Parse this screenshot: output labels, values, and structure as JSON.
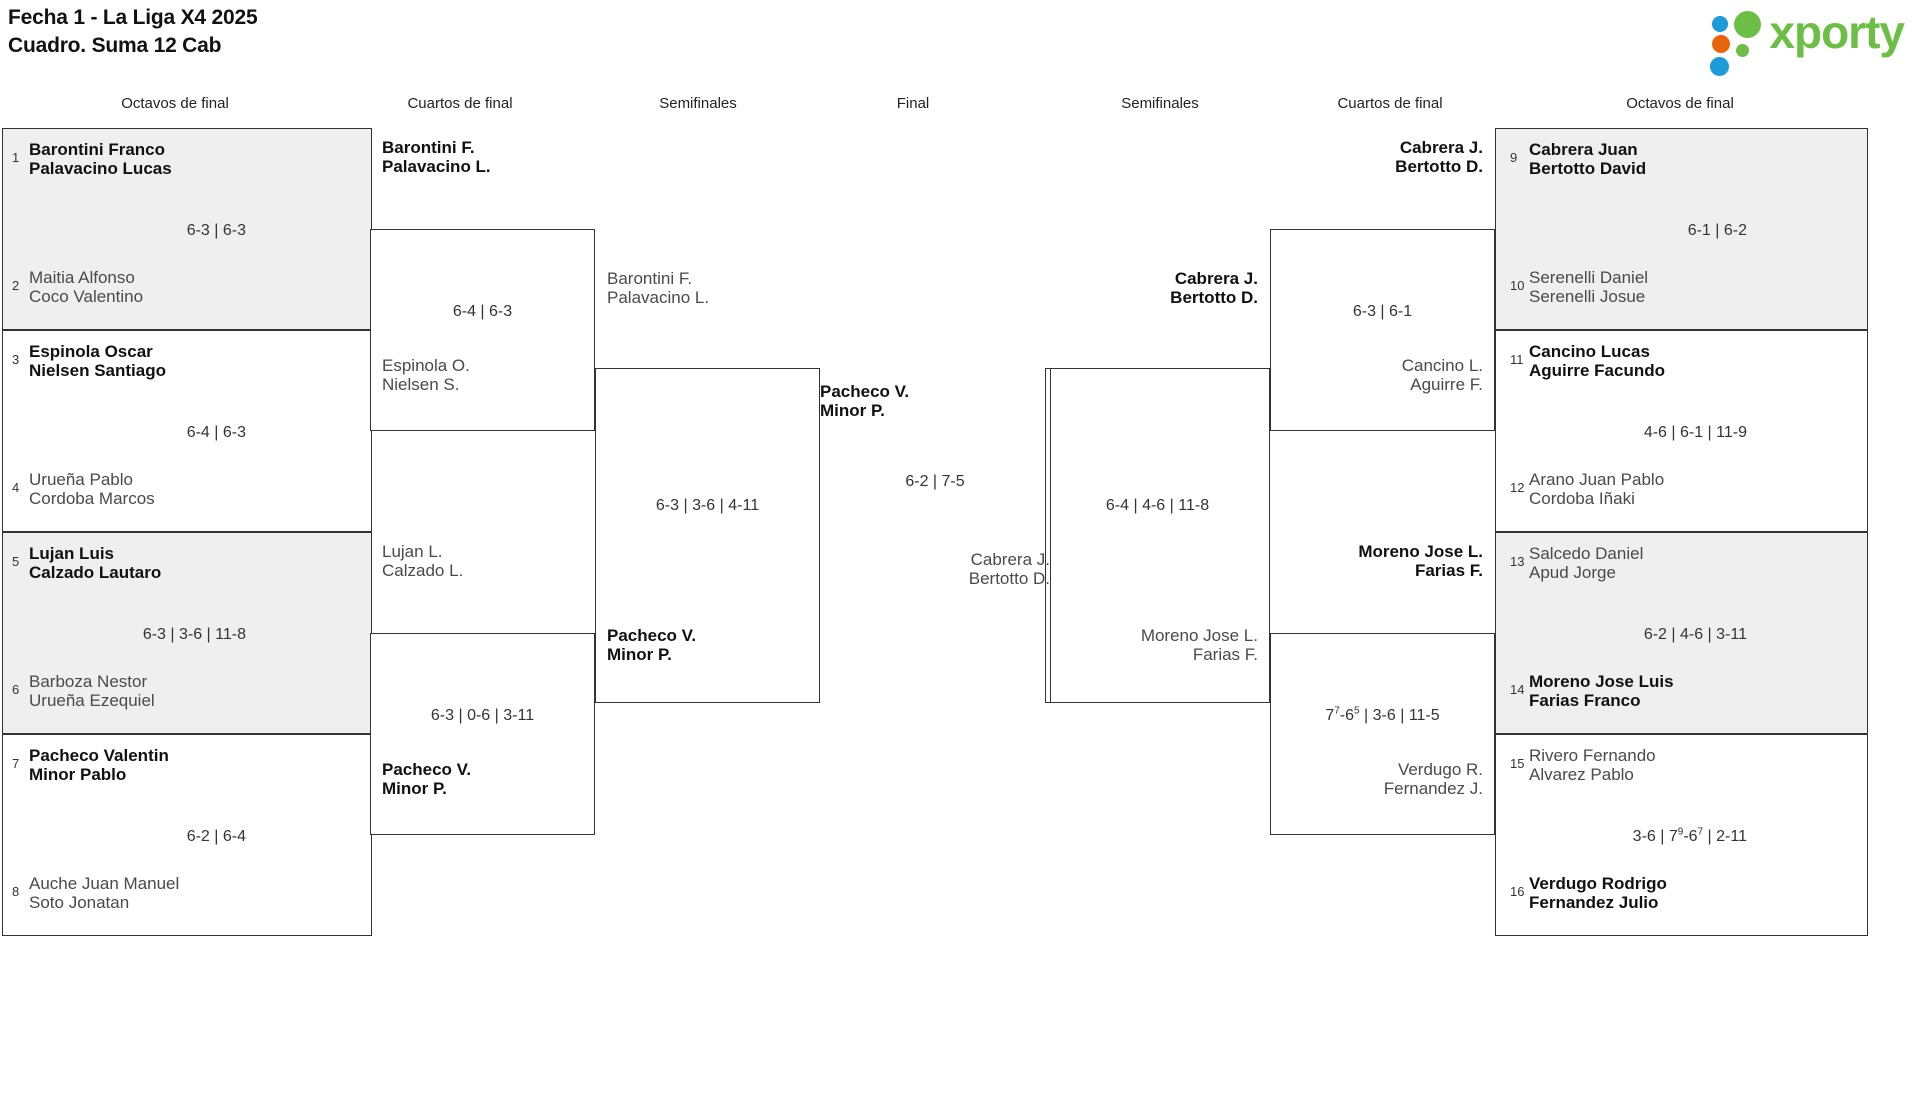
{
  "header": {
    "title": "Fecha 1 - La Liga X4 2025\nCuadro. Suma 12 Cab",
    "logo_text": "xporty",
    "logo_colors": {
      "blue": "#1b9bd8",
      "orange": "#e8640c",
      "green": "#6cbe45"
    }
  },
  "rounds": [
    {
      "label": "Octavos de final"
    },
    {
      "label": "Cuartos de final"
    },
    {
      "label": "Semifinales"
    },
    {
      "label": "Final"
    },
    {
      "label": "Semifinales"
    },
    {
      "label": "Cuartos de final"
    },
    {
      "label": "Octavos de final"
    }
  ],
  "left": {
    "r16": [
      {
        "seed_top": "1",
        "top": "Barontini Franco\nPalavacino Lucas",
        "top_win": true,
        "seed_bot": "2",
        "bottom": "Maitia Alfonso\nCoco Valentino",
        "bottom_win": false,
        "score": "6-3 | 6-3"
      },
      {
        "seed_top": "3",
        "top": "Espinola Oscar\nNielsen Santiago",
        "top_win": true,
        "seed_bot": "4",
        "bottom": "Urueña Pablo\nCordoba Marcos",
        "bottom_win": false,
        "score": "6-4 | 6-3"
      },
      {
        "seed_top": "5",
        "top": "Lujan Luis\nCalzado Lautaro",
        "top_win": true,
        "seed_bot": "6",
        "bottom": "Barboza Nestor\nUrueña Ezequiel",
        "bottom_win": false,
        "score": "6-3 | 3-6 | 11-8"
      },
      {
        "seed_top": "7",
        "top": "Pacheco Valentin\nMinor Pablo",
        "top_win": true,
        "seed_bot": "8",
        "bottom": "Auche Juan Manuel\nSoto Jonatan",
        "bottom_win": false,
        "score": "6-2 | 6-4"
      }
    ],
    "qf": [
      {
        "top": "Barontini F.\nPalavacino L.",
        "top_win": true,
        "bottom": "Espinola O.\nNielsen S.",
        "bottom_win": false,
        "score": "6-4 | 6-3"
      },
      {
        "top": "Lujan L.\nCalzado L.",
        "top_win": false,
        "bottom": "Pacheco V.\nMinor P.",
        "bottom_win": true,
        "score": "6-3 | 0-6 | 3-11"
      }
    ],
    "sf": [
      {
        "top": "Barontini F.\nPalavacino L.",
        "top_win": false,
        "bottom": "Pacheco V.\nMinor P.",
        "bottom_win": true,
        "score": "6-3 | 3-6 | 4-11"
      }
    ]
  },
  "final": {
    "top": "Pacheco V.\nMinor P.",
    "top_win": true,
    "bottom": "Cabrera J.\nBertotto D.",
    "bottom_win": false,
    "score": "6-2 | 7-5"
  },
  "right": {
    "r16": [
      {
        "seed_top": "9",
        "top": "Cabrera Juan\nBertotto David",
        "top_win": true,
        "seed_bot": "10",
        "bottom": "Serenelli Daniel\nSerenelli Josue",
        "bottom_win": false,
        "score": "6-1 | 6-2"
      },
      {
        "seed_top": "11",
        "top": "Cancino Lucas\nAguirre Facundo",
        "top_win": true,
        "seed_bot": "12",
        "bottom": "Arano Juan Pablo\nCordoba Iñaki",
        "bottom_win": false,
        "score": "4-6 | 6-1 | 11-9"
      },
      {
        "seed_top": "13",
        "top": "Salcedo Daniel\nApud Jorge",
        "top_win": false,
        "seed_bot": "14",
        "bottom": "Moreno Jose Luis\nFarias Franco",
        "bottom_win": true,
        "score": "6-2 | 4-6 | 3-11"
      },
      {
        "seed_top": "15",
        "top": "Rivero Fernando\nAlvarez Pablo",
        "top_win": false,
        "seed_bot": "16",
        "bottom": "Verdugo Rodrigo\nFernandez Julio",
        "bottom_win": true,
        "score_html": "3-6 | 7<sup>9</sup>-6<sup>7</sup> | 2-11"
      }
    ],
    "qf": [
      {
        "top": "Cabrera J.\nBertotto D.",
        "top_win": true,
        "bottom": "Cancino L.\nAguirre F.",
        "bottom_win": false,
        "score": "6-3 | 6-1"
      },
      {
        "top": "Moreno Jose L.\nFarias F.",
        "top_win": true,
        "bottom": "Verdugo R.\nFernandez J.",
        "bottom_win": false,
        "score_html": "7<sup>7</sup>-6<sup>5</sup> | 3-6 | 11-5"
      }
    ],
    "sf": [
      {
        "top": "Cabrera J.\nBertotto D.",
        "top_win": true,
        "bottom": "Moreno Jose L.\nFarias F.",
        "bottom_win": false,
        "score": "6-4 | 4-6 | 11-8"
      }
    ]
  }
}
